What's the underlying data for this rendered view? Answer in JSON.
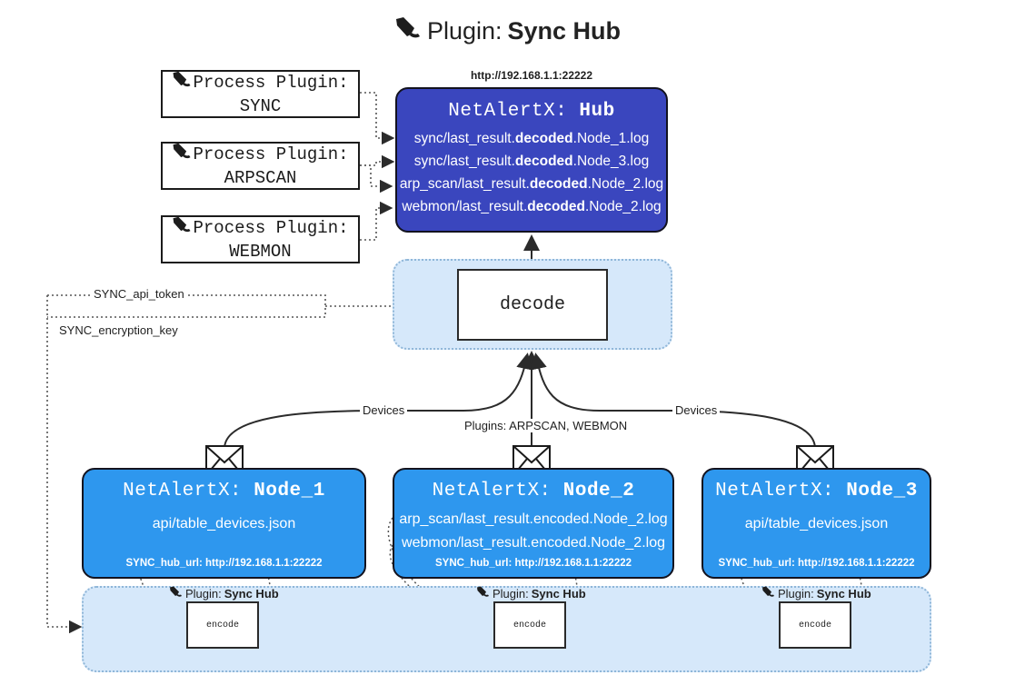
{
  "title": {
    "icon": "plug-icon",
    "label": "Plugin:",
    "bold": "Sync Hub"
  },
  "process_plugins": [
    {
      "line1": "Process Plugin:",
      "line2": "SYNC",
      "icon": "plug-icon"
    },
    {
      "line1": "Process Plugin:",
      "line2": "ARPSCAN",
      "icon": "plug-icon"
    },
    {
      "line1": "Process Plugin:",
      "line2": "WEBMON",
      "icon": "plug-icon"
    }
  ],
  "hub": {
    "url": "http://192.168.1.1:22222",
    "title_prefix": "NetAlertX: ",
    "title_name": "Hub",
    "logs": [
      {
        "pre": "sync/last_result.",
        "mid": "decoded",
        "post": ".Node_1.log"
      },
      {
        "pre": "sync/last_result.",
        "mid": "decoded",
        "post": ".Node_3.log"
      },
      {
        "pre": "arp_scan/last_result.",
        "mid": "decoded",
        "post": ".Node_2.log"
      },
      {
        "pre": "webmon/last_result.",
        "mid": "decoded",
        "post": ".Node_2.log"
      }
    ],
    "color": "#3a46be"
  },
  "decode": {
    "label": "decode",
    "container_color": "#d6e8fa"
  },
  "settings": {
    "api_token": "SYNC_api_token",
    "encryption_key": "SYNC_encryption_key"
  },
  "edge_labels": {
    "devices_left": "Devices",
    "devices_right": "Devices",
    "plugins_middle": "Plugins: ARPSCAN, WEBMON"
  },
  "nodes": [
    {
      "title_prefix": "NetAlertX: ",
      "title_name": "Node_1",
      "lines": [
        "api/table_devices.json"
      ],
      "hub_url": "SYNC_hub_url: http://192.168.1.1:22222",
      "plugin_caption_label": "Plugin:",
      "plugin_caption_bold": "Sync Hub",
      "encode_label": "encode",
      "icon": "envelope-icon",
      "color": "#2e97ee"
    },
    {
      "title_prefix": "NetAlertX: ",
      "title_name": "Node_2",
      "lines": [
        "arp_scan/last_result.encoded.Node_2.log",
        "webmon/last_result.encoded.Node_2.log"
      ],
      "hub_url": "SYNC_hub_url: http://192.168.1.1:22222",
      "plugin_caption_label": "Plugin:",
      "plugin_caption_bold": "Sync Hub",
      "encode_label": "encode",
      "icon": "envelope-icon",
      "color": "#2e97ee"
    },
    {
      "title_prefix": "NetAlertX: ",
      "title_name": "Node_3",
      "lines": [
        "api/table_devices.json"
      ],
      "hub_url": "SYNC_hub_url: http://192.168.1.1:22222",
      "plugin_caption_label": "Plugin:",
      "plugin_caption_bold": "Sync Hub",
      "encode_label": "encode",
      "icon": "envelope-icon",
      "color": "#2e97ee"
    }
  ]
}
